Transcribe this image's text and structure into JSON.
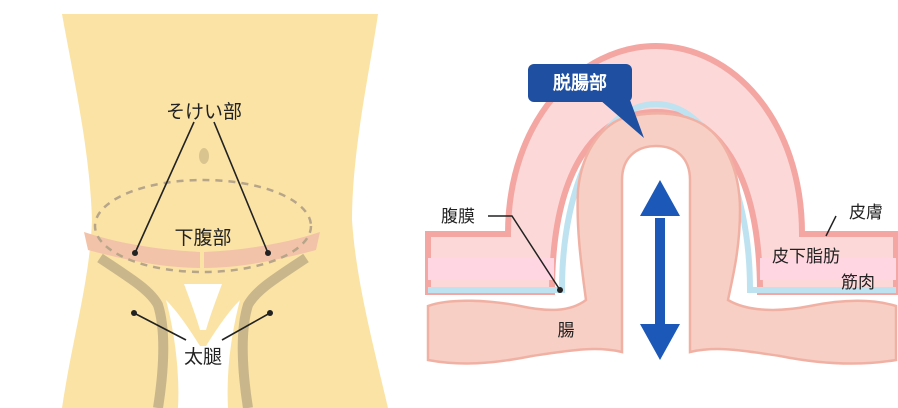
{
  "left_diagram": {
    "labels": {
      "groin": "そけい部",
      "lower_abdomen": "下腹部",
      "thigh": "太腿"
    }
  },
  "right_diagram": {
    "callout": "脱腸部",
    "labels": {
      "peritoneum": "腹膜",
      "intestine": "腸",
      "skin": "皮膚",
      "subcutaneous_fat": "皮下脂肪",
      "muscle": "筋肉"
    }
  },
  "colors": {
    "skin_body": "#fbe3a5",
    "groin_band": "#f2c3a8",
    "leg_line": "#c9b68a",
    "skin_layer": "#f4a6a2",
    "skin_layer_fill": "#fcd9d8",
    "fat_layer": "#ffd6e2",
    "peritoneum_line": "#bfe2f0",
    "intestine": "#f8cfc4",
    "intestine_outline": "#f0b1a4",
    "callout": "#1f4fa0",
    "arrow": "#1c58b8"
  }
}
